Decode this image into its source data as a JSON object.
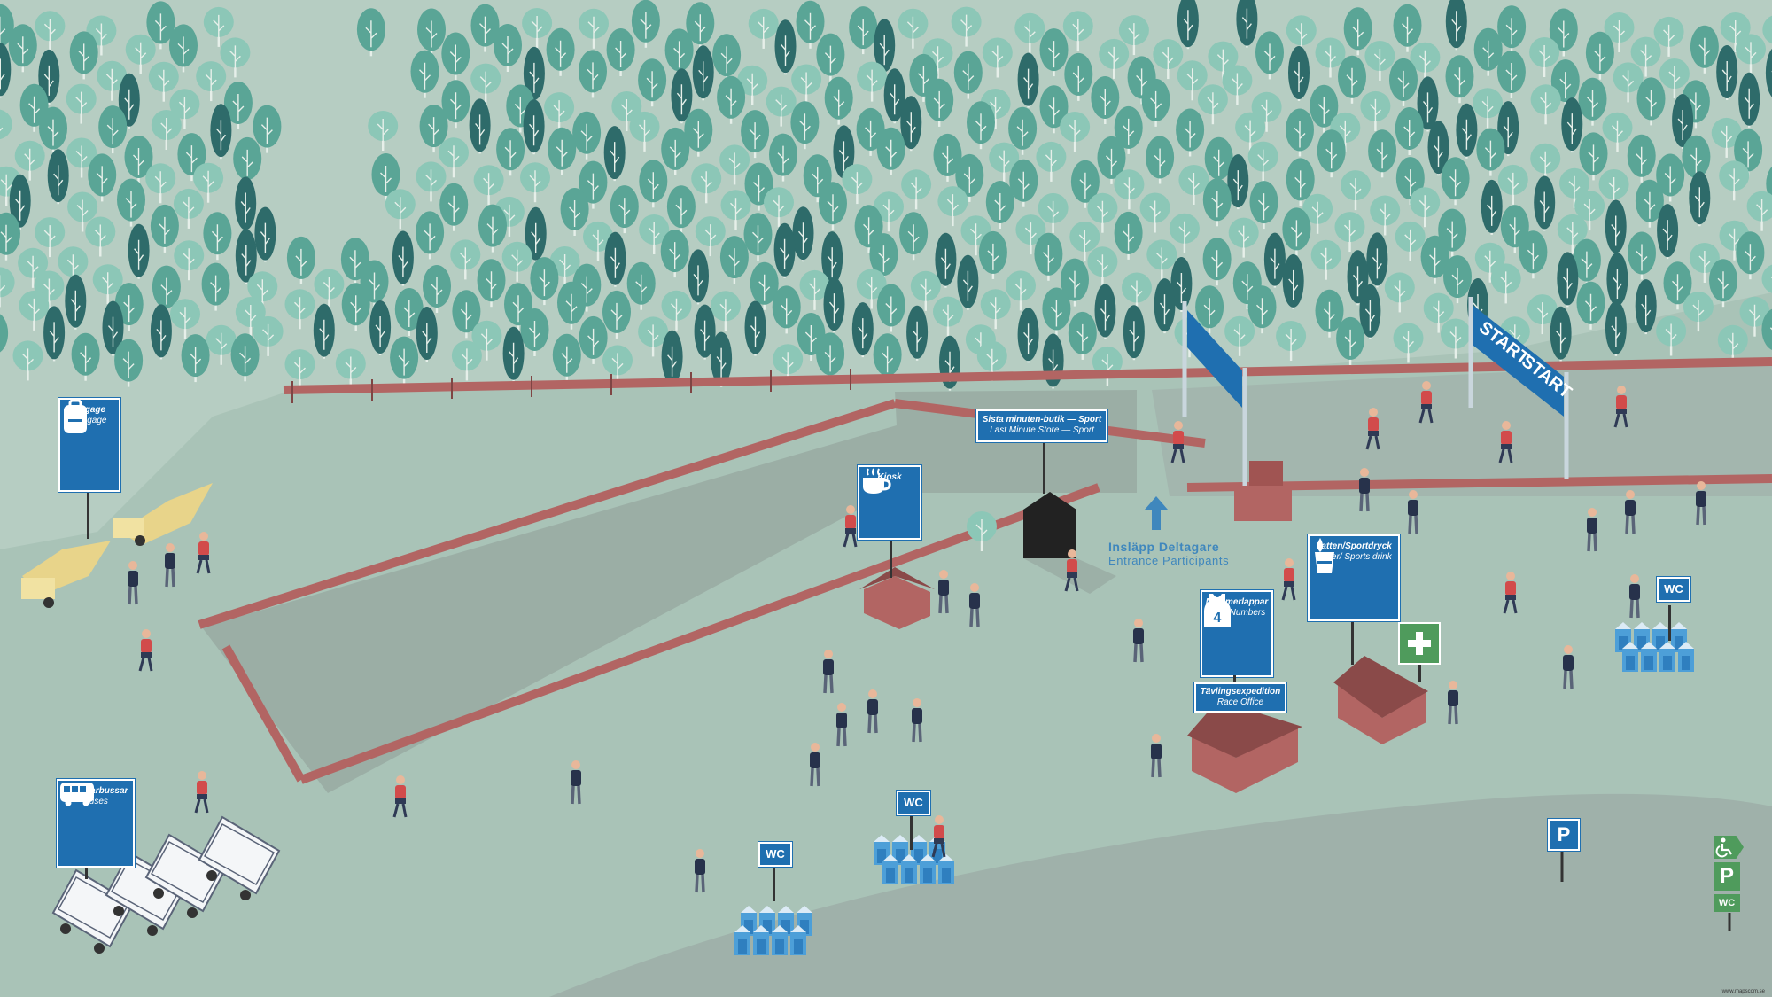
{
  "colors": {
    "ground": "#a9c3b7",
    "forest_light": "#5aa596",
    "forest_dark": "#2e6b6a",
    "fence": "#b26563",
    "sign_blue": "#1f6fb0",
    "runner_red": "#d24b4b",
    "spectator_navy": "#27324b",
    "first_aid_green": "#4f9b5c"
  },
  "signs": {
    "baggage": {
      "icon": "backpack-icon",
      "line1": "Bagage",
      "line2": "Luggage"
    },
    "kiosk": {
      "icon": "coffee-cup-icon",
      "line1": "Kiosk"
    },
    "last_minute": {
      "line1": "Sista minuten-butik — Sport",
      "line2": "Last Minute Store — Sport"
    },
    "numbers": {
      "icon": "race-bib-icon",
      "line1": "Nummerlappar",
      "line2": "Start Numbers"
    },
    "race_office": {
      "line1": "Tävlingsexpedition",
      "line2": "Race Office"
    },
    "water": {
      "icon": "water-cup-icon",
      "line1": "Vatten/Sportdryck",
      "line2": "Water/ Sports drink"
    },
    "buses": {
      "icon": "bus-icon",
      "line1": "Deltagarbussar",
      "line2": "Buses"
    },
    "first_aid": {
      "icon": "first-aid-cross-icon"
    }
  },
  "entrance": {
    "line1": "Insläpp Deltagare",
    "line2": "Entrance Participants"
  },
  "wc_labels": {
    "wc1": "WC",
    "wc2": "WC",
    "wc3": "WC",
    "wc4": "WC"
  },
  "start_banners": {
    "banner1": "START",
    "banner2": "START"
  },
  "bib_number": "4",
  "parking": {
    "label": "P",
    "accessible_label": "P",
    "accessible_wc": "WC",
    "accessible_icon": "wheelchair-icon"
  },
  "credit": "www.mapscom.se"
}
